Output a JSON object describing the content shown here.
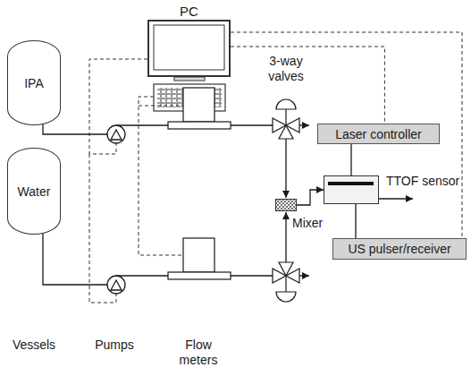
{
  "diagram": {
    "nodes": [
      {
        "text": [
          "PC"
        ]
      },
      {
        "text": [
          "IPA"
        ]
      },
      {
        "text": [
          "Water"
        ]
      },
      {
        "text": [
          "Laser controller"
        ]
      },
      {
        "text": [
          "TTOF sensor"
        ]
      },
      {
        "text": [
          "Mixer"
        ]
      },
      {
        "text": [
          "US pulser/receiver"
        ]
      }
    ],
    "edges": [
      {
        "from": 0,
        "to": 3,
        "arrow": "none"
      },
      {
        "from": 0,
        "to": 6,
        "arrow": "none"
      },
      {
        "from": 3,
        "to": 4,
        "arrow": "none"
      },
      {
        "from": 4,
        "to": 6,
        "arrow": "none"
      },
      {
        "from": 5,
        "to": 4,
        "arrow": "to"
      }
    ],
    "labels": [
      "3-way valves",
      "Vessels",
      "Pumps",
      "Flow meters"
    ]
  }
}
